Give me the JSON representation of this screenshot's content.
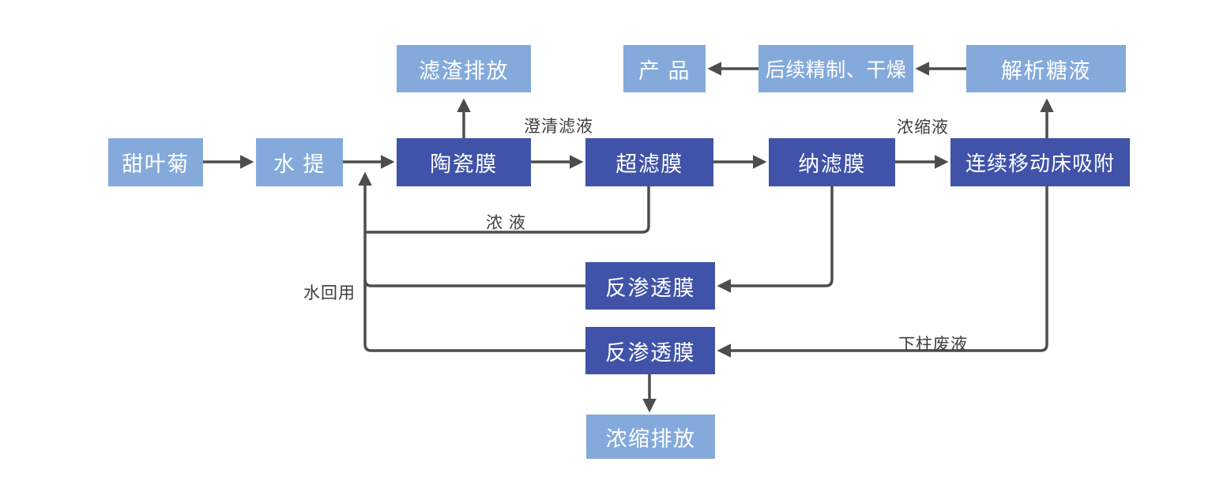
{
  "diagram": {
    "description_colors": {
      "light_box_fill": "#84AADC",
      "dark_box_fill": "#4053A8",
      "box_text": "#FFFFFF",
      "connector_line": "#4D4D4D",
      "edge_label_text": "#3D3D3D",
      "background": "#FFFFFF"
    },
    "nodes": {
      "stevia": {
        "label": "甜叶菊"
      },
      "water_extraction": {
        "label": "水 提"
      },
      "ceramic_membrane": {
        "label": "陶瓷膜"
      },
      "ultrafiltration_membrane": {
        "label": "超滤膜"
      },
      "nanofiltration_membrane": {
        "label": "纳滤膜"
      },
      "moving_bed_adsorption": {
        "label": "连续移动床吸附"
      },
      "residue_discharge": {
        "label": "滤渣排放"
      },
      "product": {
        "label": "产 品"
      },
      "refining_drying": {
        "label": "后续精制、干燥"
      },
      "desorbed_sugar_liquid": {
        "label": "解析糖液"
      },
      "reverse_osmosis_1": {
        "label": "反渗透膜"
      },
      "reverse_osmosis_2": {
        "label": "反渗透膜"
      },
      "concentrate_discharge": {
        "label": "浓缩排放"
      }
    },
    "edges": [
      {
        "from": "stevia",
        "to": "water_extraction"
      },
      {
        "from": "water_extraction",
        "to": "ceramic_membrane"
      },
      {
        "from": "ceramic_membrane",
        "to": "ultrafiltration_membrane",
        "label": "澄清滤液"
      },
      {
        "from": "ultrafiltration_membrane",
        "to": "nanofiltration_membrane"
      },
      {
        "from": "nanofiltration_membrane",
        "to": "moving_bed_adsorption",
        "label": "浓缩液"
      },
      {
        "from": "ceramic_membrane",
        "to": "residue_discharge"
      },
      {
        "from": "moving_bed_adsorption",
        "to": "desorbed_sugar_liquid"
      },
      {
        "from": "desorbed_sugar_liquid",
        "to": "refining_drying"
      },
      {
        "from": "refining_drying",
        "to": "product"
      },
      {
        "from": "ultrafiltration_membrane",
        "to": "water_extraction",
        "label": "浓 液"
      },
      {
        "from": "nanofiltration_membrane",
        "to": "reverse_osmosis_1"
      },
      {
        "from": "reverse_osmosis_1",
        "to": "water_extraction",
        "label": "水回用"
      },
      {
        "from": "moving_bed_adsorption",
        "to": "reverse_osmosis_2",
        "label": "下柱废液"
      },
      {
        "from": "reverse_osmosis_2",
        "to": "water_extraction"
      },
      {
        "from": "reverse_osmosis_2",
        "to": "concentrate_discharge"
      }
    ]
  }
}
